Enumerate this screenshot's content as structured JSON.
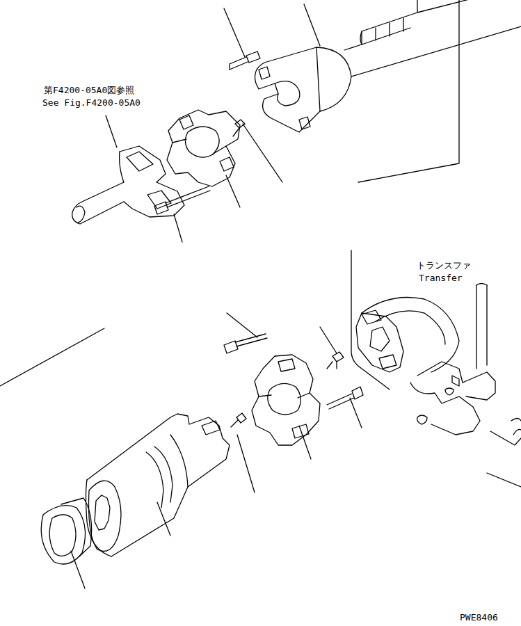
{
  "diagram": {
    "labels": [
      "第F4200-05A0図参照",
      "See Fig.F4200-05A0",
      "トランスファ",
      "Transfer",
      "PWE8406"
    ]
  }
}
